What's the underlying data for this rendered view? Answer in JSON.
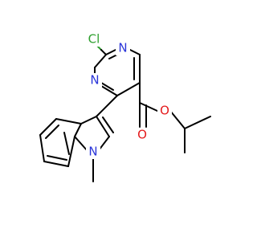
{
  "molecule": {
    "atoms": {
      "cl": {
        "text": "Cl",
        "color": "#2FA02F"
      },
      "n_top": {
        "text": "N",
        "color": "#2A35D9"
      },
      "n_left": {
        "text": "N",
        "color": "#2A35D9"
      },
      "n_indole": {
        "text": "N",
        "color": "#2A35D9"
      },
      "o_ester": {
        "text": "O",
        "color": "#E41A1C"
      },
      "o_carbonyl": {
        "text": "O",
        "color": "#E41A1C"
      }
    }
  }
}
